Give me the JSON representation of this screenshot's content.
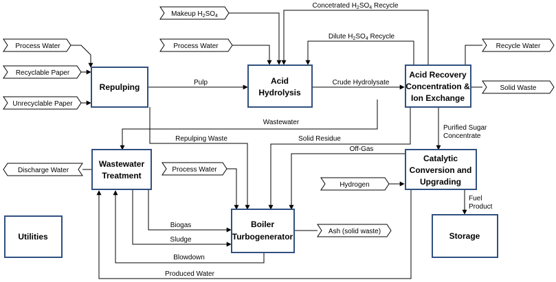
{
  "units": {
    "repulping": "Repulping",
    "acid_hydrolysis": [
      "Acid",
      "Hydrolysis"
    ],
    "acid_recovery": [
      "Acid Recovery",
      "Concentration &",
      "Ion Exchange"
    ],
    "wastewater_treatment": [
      "Wastewater",
      "Treatment"
    ],
    "boiler": [
      "Boiler",
      "Turbogenerator"
    ],
    "catalytic": [
      "Catalytic",
      "Conversion and",
      "Upgrading"
    ],
    "utilities": "Utilities",
    "storage": "Storage"
  },
  "inputs": {
    "process_water_repulping": "Process Water",
    "recyclable_paper": "Recyclable Paper",
    "unrecyclable_paper": "Unrecyclable Paper",
    "makeup_h2so4": {
      "prefix": "Makeup H",
      "sub1": "2",
      "mid": "SO",
      "sub2": "4"
    },
    "process_water_acid": "Process Water",
    "process_water_boiler": "Process Water",
    "hydrogen": "Hydrogen"
  },
  "outputs": {
    "recycle_water": "Recycle Water",
    "solid_waste": "Solid Waste",
    "discharge_water": "Discharge Water",
    "ash": "Ash (solid waste)"
  },
  "streams": {
    "pulp": "Pulp",
    "crude_hydrolysate": "Crude Hydrolysate",
    "concentrated_recycle": {
      "prefix": "Concetrated H",
      "sub1": "2",
      "mid": "SO",
      "sub2": "4",
      "suffix": " Recycle"
    },
    "dilute_recycle": {
      "prefix": "Dilute H",
      "sub1": "2",
      "mid": "SO",
      "sub2": "4",
      "suffix": " Recycle"
    },
    "wastewater": "Wastewater",
    "repulping_waste": "Repulping Waste",
    "solid_residue": "Solid Residue",
    "off_gas": "Off-Gas",
    "purified_sugar": [
      "Purified Sugar",
      "Concentrate"
    ],
    "fuel_product": [
      "Fuel",
      "Product"
    ],
    "biogas": "Biogas",
    "sludge": "Sludge",
    "blowdown": "Blowdown",
    "produced_water": "Produced Water"
  }
}
